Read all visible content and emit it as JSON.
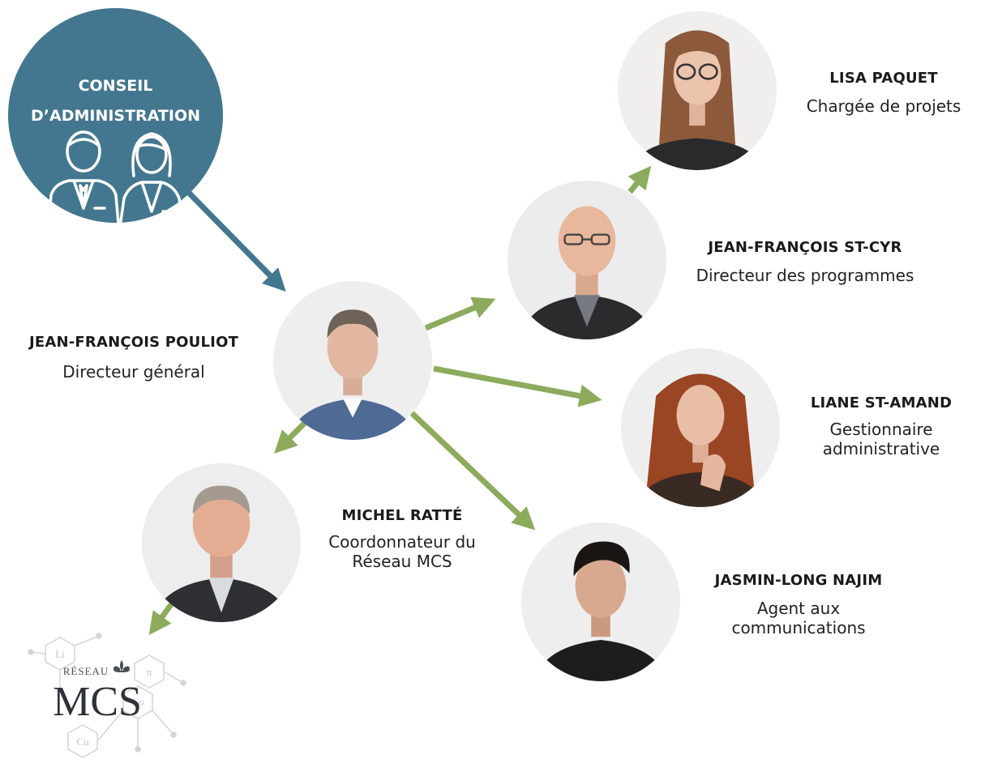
{
  "board": {
    "line1": "CONSEIL",
    "line2": "D’ADMINISTRATION"
  },
  "people": [
    {
      "id": "pouliot",
      "name": "JEAN-FRANÇOIS POULIOT",
      "role": "Directeur général"
    },
    {
      "id": "stcyr",
      "name": "JEAN-FRANÇOIS ST-CYR",
      "role": "Directeur des programmes"
    },
    {
      "id": "paquet",
      "name": "LISA PAQUET",
      "role": "Chargée de projets"
    },
    {
      "id": "stamand",
      "name": "LIANE ST-AMAND",
      "role": "Gestionnaire administrative"
    },
    {
      "id": "najim",
      "name": "JASMIN-LONG NAJIM",
      "role": "Agent aux communications"
    },
    {
      "id": "ratte",
      "name": "MICHEL RATTÉ",
      "role": "Coordonnateur du Réseau MCS"
    }
  ],
  "logo": {
    "top": "RÉSEAU",
    "main": "MCS",
    "elements": [
      "Li",
      "Cu",
      "n",
      "Co"
    ],
    "icon": "fleur-de-lis-icon"
  },
  "colors": {
    "board_blue": "#43778f",
    "arrow_green": "#8cab5c",
    "arrow_blue": "#43778f"
  }
}
